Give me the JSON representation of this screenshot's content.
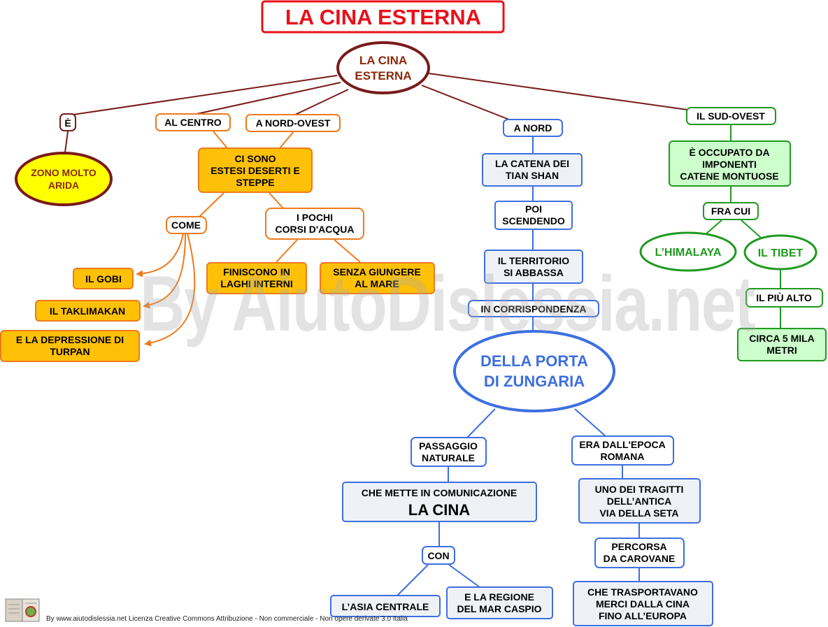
{
  "title": "LA CINA ESTERNA",
  "center": [
    "LA CINA",
    "ESTERNA"
  ],
  "branches": {
    "e": "È",
    "zono": [
      "ZONO MOLTO",
      "ARIDA"
    ],
    "al_centro": "AL CENTRO",
    "a_nord_ovest": "A NORD-OVEST",
    "deserti": [
      "CI SONO",
      "ESTESI DESERTI E",
      "STEPPE"
    ],
    "come": "COME",
    "gobi": "IL GOBI",
    "taklimakan": "IL TAKLIMAKAN",
    "turpan": [
      "E LA DEPRESSIONE DI",
      "TURPAN"
    ],
    "corsi": [
      "I POCHI",
      "CORSI D'ACQUA"
    ],
    "laghi": [
      "FINISCONO IN",
      "LAGHI INTERNI"
    ],
    "mare": [
      "SENZA GIUNGERE",
      "AL MARE"
    ],
    "a_nord": "A NORD",
    "tian_shan": [
      "LA CATENA DEI",
      "TIAN SHAN"
    ],
    "poi": [
      "POI",
      "SCENDENDO"
    ],
    "territorio": [
      "IL TERRITORIO",
      "SI ABBASSA"
    ],
    "corrispondenza": "IN CORRISPONDENZA",
    "porta": [
      "DELLA PORTA",
      "DI ZUNGARIA"
    ],
    "passaggio": [
      "PASSAGGIO",
      "NATURALE"
    ],
    "comunicazione": [
      "CHE METTE IN COMUNICAZIONE",
      "LA CINA"
    ],
    "con": "CON",
    "asia": "L’ASIA CENTRALE",
    "caspio": [
      "E LA REGIONE",
      "DEL MAR CASPIO"
    ],
    "romana": [
      "ERA DALL'EPOCA",
      "ROMANA"
    ],
    "tragitti": [
      "UNO DEI TRAGITTI",
      "DELL’ANTICA",
      "VIA DELLA SETA"
    ],
    "carovane": [
      "PERCORSA",
      "DA CAROVANE"
    ],
    "merci": [
      "CHE TRASPORTAVANO",
      "MERCI DALLA CINA",
      "FINO ALL’EUROPA"
    ],
    "sud_ovest": "IL SUD-OVEST",
    "occupato": [
      "È OCCUPATO DA",
      "IMPONENTI",
      "CATENE MONTUOSE"
    ],
    "fra_cui": "FRA CUI",
    "himalaya": "L’HIMALAYA",
    "tibet": "IL TIBET",
    "piu_alto": "IL PIÙ ALTO",
    "metri": [
      "CIRCA 5 MILA",
      "METRI"
    ]
  },
  "watermark": "By AiutoDislessia.net",
  "footer": "By www.aiutodislessia.net Licenza Creative Commons Attribuzione - Non commerciale - Non opere derivate 3.0 Italia",
  "colors": {
    "title_red": "#e8101a",
    "center_maroon": "#7a1a1a",
    "orange": "#ee7a1c",
    "orange_fill": "#ffc107",
    "blue": "#3d6fe0",
    "blue_fill": "#eef2f6",
    "green": "#1f9a1f",
    "green_fill": "#ccffcc",
    "yellow": "#ffff00"
  }
}
